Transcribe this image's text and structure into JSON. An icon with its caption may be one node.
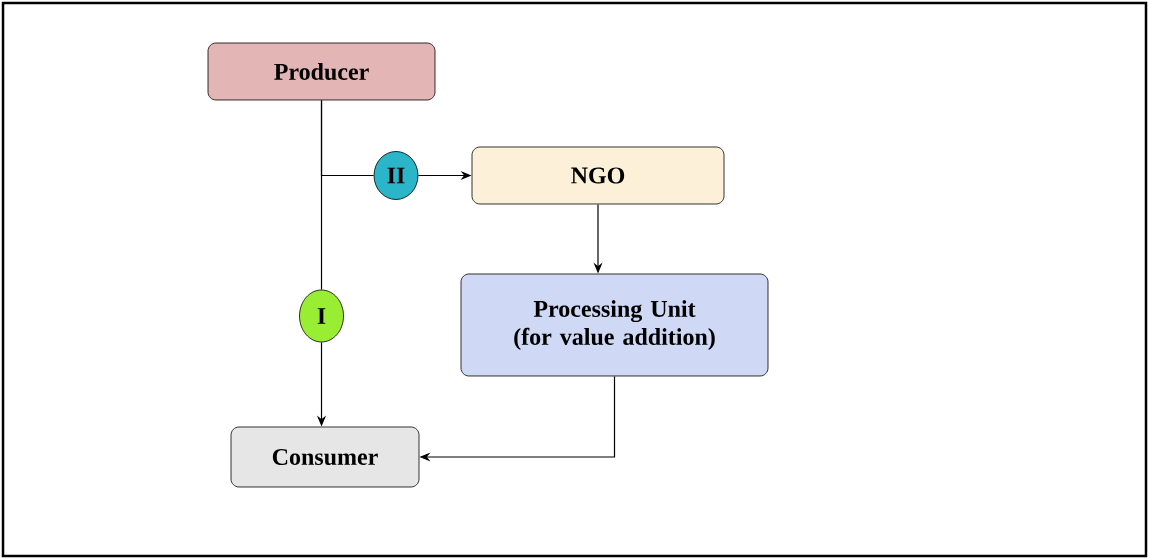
{
  "diagram": {
    "nodes": [
      {
        "text": [
          "Producer"
        ]
      },
      {
        "text": [
          "NGO"
        ]
      },
      {
        "text": [
          "Processing Unit (for value addition)"
        ]
      },
      {
        "text": [
          "Consumer"
        ]
      },
      {
        "text": [
          "II"
        ]
      },
      {
        "text": [
          "I"
        ]
      }
    ],
    "edges": [
      {
        "from": 0,
        "to": 4,
        "arrow": "none"
      },
      {
        "from": 4,
        "to": 1,
        "arrow": "to"
      },
      {
        "from": 1,
        "to": 2,
        "arrow": "to"
      },
      {
        "from": 2,
        "to": 3,
        "arrow": "to"
      },
      {
        "from": 0,
        "to": 5,
        "arrow": "none"
      },
      {
        "from": 5,
        "to": 3,
        "arrow": "to"
      }
    ]
  }
}
